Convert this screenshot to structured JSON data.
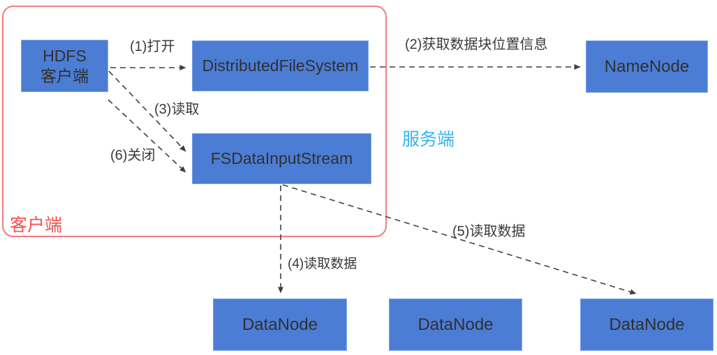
{
  "diagram": {
    "description_type": "hdfs-read-flow-diagram"
  },
  "regions": {
    "client": {
      "label": "客户端"
    },
    "server": {
      "label": "服务端"
    }
  },
  "nodes": {
    "hdfs_client": {
      "label": "HDFS\n客户端"
    },
    "distributed_file_system": {
      "label": "DistributedFileSystem"
    },
    "fs_data_input_stream": {
      "label": "FSDataInputStream"
    },
    "name_node": {
      "label": "NameNode"
    },
    "data_node_1": {
      "label": "DataNode"
    },
    "data_node_2": {
      "label": "DataNode"
    },
    "data_node_3": {
      "label": "DataNode"
    }
  },
  "edges": {
    "open": {
      "label": "(1)打开"
    },
    "get_block_locations": {
      "label": "(2)获取数据块位置信息"
    },
    "read": {
      "label": "(3)读取"
    },
    "read_data_4": {
      "label": "(4)读取数据"
    },
    "read_data_5": {
      "label": "(5)读取数据"
    },
    "close": {
      "label": "(6)关闭"
    }
  },
  "colors": {
    "node_fill": "#4c7dd4",
    "node_border": "#7fa7e6",
    "node_text": "#303030",
    "arrow": "#3f3f3f",
    "client_red": "#f4504e",
    "client_border": "#f37d7d",
    "server_blue": "#35b5f0"
  }
}
